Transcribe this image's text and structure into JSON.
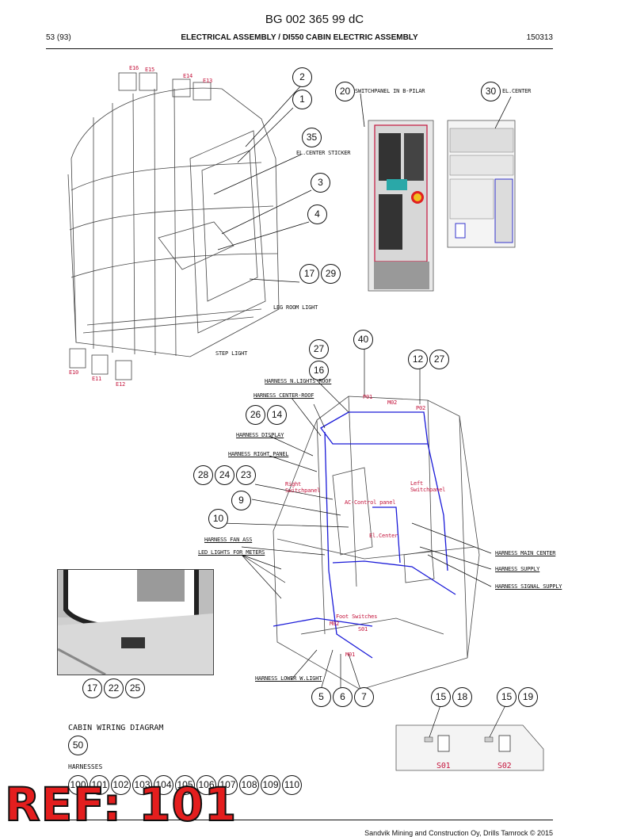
{
  "header": {
    "doc_number": "BG 002 365 99 dC",
    "page": "53 (93)",
    "title": "ELECTRICAL ASSEMBLY / DI550 CABIN ELECTRIC ASSEMBLY",
    "date": "150313"
  },
  "callouts": {
    "c2": "2",
    "c1": "1",
    "c35": "35",
    "c3": "3",
    "c4": "4",
    "c17": "17",
    "c29": "29",
    "c20": "20",
    "c30": "30",
    "c40": "40",
    "c27a": "27",
    "c12": "12",
    "c27b": "27",
    "c16": "16",
    "c26": "26",
    "c14": "14",
    "c28": "28",
    "c24": "24",
    "c23": "23",
    "c9": "9",
    "c10": "10",
    "c17b": "17",
    "c22": "22",
    "c25": "25",
    "c5": "5",
    "c6": "6",
    "c7": "7",
    "c15a": "15",
    "c18": "18",
    "c15b": "15",
    "c19": "19",
    "c50": "50",
    "h100": "100",
    "h101": "101",
    "h102": "102",
    "h103": "103",
    "h104": "104",
    "h105": "105",
    "h106": "106",
    "h107": "107",
    "h108": "108",
    "h109": "109",
    "h110": "110"
  },
  "labels": {
    "e16": "E16",
    "e15": "E15",
    "e14": "E14",
    "e13": "E13",
    "e10": "E10",
    "e11": "E11",
    "e12": "E12",
    "el_center_sticker": "EL.CENTER STICKER",
    "leg_room_light": "LEG ROOM LIGHT",
    "step_light": "STEP LIGHT",
    "switchpanel_b_pilar": "SWITCHPANEL IN B-PILAR",
    "el_center": "EL.CENTER",
    "harness_n_lights_roof": "HARNESS N.LIGHTS ROOF",
    "harness_center_roof": "HARNESS CENTER-ROOF",
    "harness_display": "HARNESS DISPLAY",
    "harness_right_panel": "HARNESS RIGHT PANEL",
    "harness_fan_ass": "HARNESS FAN ASS",
    "led_lights_for_meters": "LED LIGHTS FOR METERS",
    "harness_lower_w_light": "HARNESS LOWER W.LIGHT",
    "harness_main_center": "HARNESS MAIN CENTER",
    "harness_supply": "HARNESS SUPPLY",
    "harness_signal_supply": "HARNESS SIGNAL SUPPLY",
    "p01": "P01",
    "m02": "M02",
    "p02": "P02",
    "right_switchpanel": "Right Switchpanel",
    "ac_control_panel": "AC-Control panel",
    "el_center_red": "El.Center",
    "left_switchpanel": "Left Switchpanel",
    "foot_switches": "Foot Switches",
    "m02b": "M02",
    "s01": "S01",
    "m01": "M01",
    "s01b": "S01",
    "s02b": "S02"
  },
  "sections": {
    "cabin_wiring_diagram": "CABIN WIRING DIAGRAM",
    "harnesses": "HARNESSES"
  },
  "overlay": {
    "ref": "REF: 101"
  },
  "footer": {
    "copyright": "Sandvik Mining and Construction Oy, Drills Tamrock © 2015"
  },
  "colors": {
    "harness_blue": "#1a1ad8",
    "label_red": "#c4143c",
    "ref_red": "#e41e1e"
  }
}
